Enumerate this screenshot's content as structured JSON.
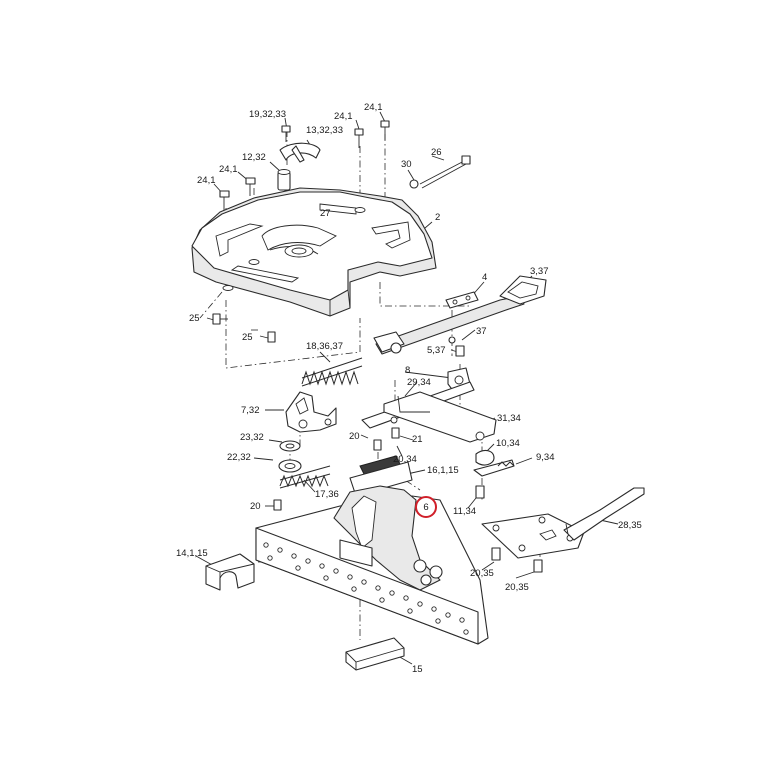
{
  "callouts": [
    {
      "id": "c-19-32-33",
      "text": "19,32,33"
    },
    {
      "id": "c-24-1-a",
      "text": "24,1"
    },
    {
      "id": "c-13-32-33",
      "text": "13,32,33"
    },
    {
      "id": "c-12-32",
      "text": "12,32"
    },
    {
      "id": "c-24-1-b",
      "text": "24,1"
    },
    {
      "id": "c-24-1-c",
      "text": "24,1"
    },
    {
      "id": "c-30",
      "text": "30"
    },
    {
      "id": "c-26",
      "text": "26"
    },
    {
      "id": "c-27",
      "text": "27"
    },
    {
      "id": "c-2",
      "text": "2"
    },
    {
      "id": "c-4",
      "text": "4"
    },
    {
      "id": "c-3-37",
      "text": "3,37"
    },
    {
      "id": "c-37",
      "text": "37"
    },
    {
      "id": "c-25-a",
      "text": "25"
    },
    {
      "id": "c-25-b",
      "text": "25"
    },
    {
      "id": "c-18-36-37",
      "text": "18,36,37"
    },
    {
      "id": "c-5-37",
      "text": "5,37"
    },
    {
      "id": "c-8",
      "text": "8"
    },
    {
      "id": "c-29-34",
      "text": "29,34"
    },
    {
      "id": "c-7-32",
      "text": "7,32"
    },
    {
      "id": "c-31-34",
      "text": "31,34"
    },
    {
      "id": "c-23-32",
      "text": "23,32"
    },
    {
      "id": "c-20-a",
      "text": "20"
    },
    {
      "id": "c-21",
      "text": "21"
    },
    {
      "id": "c-10-34",
      "text": "10,34"
    },
    {
      "id": "c-22-32",
      "text": "22,32"
    },
    {
      "id": "c-20-34",
      "text": "20,34"
    },
    {
      "id": "c-9-34",
      "text": "9,34"
    },
    {
      "id": "c-16-1-15",
      "text": "16,1,15"
    },
    {
      "id": "c-17-36",
      "text": "17,36"
    },
    {
      "id": "c-20-b",
      "text": "20"
    },
    {
      "id": "c-6",
      "text": "6"
    },
    {
      "id": "c-11-34",
      "text": "11,34"
    },
    {
      "id": "c-28-35",
      "text": "28,35"
    },
    {
      "id": "c-14-1-15",
      "text": "14,1,15"
    },
    {
      "id": "c-20-35-a",
      "text": "20,35"
    },
    {
      "id": "c-20-35-b",
      "text": "20,35"
    },
    {
      "id": "c-15",
      "text": "15"
    }
  ],
  "highlight": {
    "callout": "6",
    "color": "#d0202a"
  }
}
